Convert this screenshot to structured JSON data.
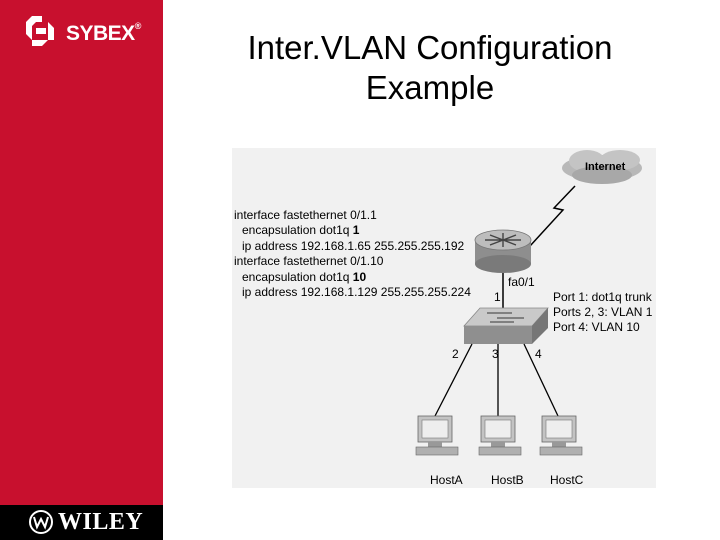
{
  "brand": {
    "publisher_logo": "SYBEX",
    "publisher_tm": "®",
    "footer_logo": "WILEY",
    "colors": {
      "sidebar": "#c8102e",
      "footer": "#000000",
      "panel": "#f1f1f1"
    }
  },
  "slide": {
    "title_line1": "Inter.VLAN Configuration",
    "title_line2": "Example"
  },
  "diagram": {
    "config_lines": [
      {
        "prefix": "interface fastethernet 0/1.1",
        "bold": ""
      },
      {
        "prefix": "encapsulation dot1q ",
        "bold": "1"
      },
      {
        "prefix": "ip address 192.168.1.65 255.255.255.192",
        "bold": ""
      },
      {
        "prefix": "interface fastethernet 0/1.10",
        "bold": ""
      },
      {
        "prefix": "encapsulation dot1q ",
        "bold": "10"
      },
      {
        "prefix": "ip address 192.168.1.129 255.255.255.224",
        "bold": ""
      }
    ],
    "cloud_label": "Internet",
    "router_port": "fa0/1",
    "switch_ports": {
      "p1": "1",
      "p2": "2",
      "p3": "3",
      "p4": "4"
    },
    "port_notes": [
      "Port 1: dot1q trunk",
      "Ports 2, 3: VLAN 1",
      "Port 4: VLAN 10"
    ],
    "hosts": [
      "HostA",
      "HostB",
      "HostC"
    ],
    "icons": [
      "internet-cloud-icon",
      "router-icon",
      "switch-icon",
      "host-computer-icon"
    ]
  }
}
